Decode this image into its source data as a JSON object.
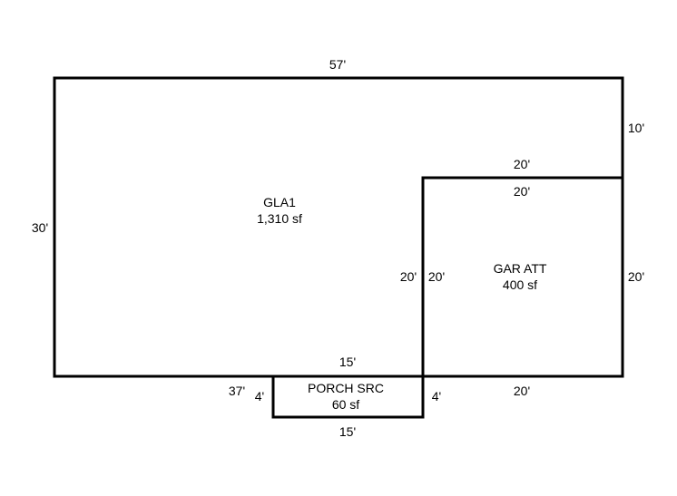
{
  "areas": {
    "gla1": {
      "name": "GLA1",
      "area": "1,310 sf"
    },
    "garage": {
      "name": "GAR ATT",
      "area": "400 sf"
    },
    "porch": {
      "name": "PORCH SRC",
      "area": "60 sf"
    }
  },
  "dimensions": {
    "top_width": "57'",
    "left_height": "30'",
    "right_upper": "10'",
    "right_lower": "20'",
    "garage_top_outer": "20'",
    "garage_top_inner": "20'",
    "garage_left_outer": "20'",
    "garage_left_inner": "20'",
    "garage_bottom": "20'",
    "bottom_left": "37'",
    "porch_top": "15'",
    "porch_bottom": "15'",
    "porch_left": "4'",
    "porch_right": "4'"
  },
  "colors": {
    "stroke": "#000000",
    "background": "#ffffff"
  }
}
